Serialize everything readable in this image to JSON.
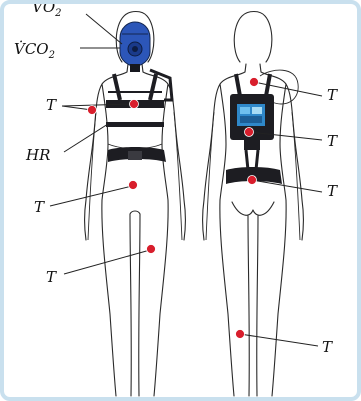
{
  "labels": {
    "vo2_clipped": "V̇O",
    "vco2": "V̇CO",
    "vco2_sub": "2",
    "vo2_sub": "2",
    "t": "T",
    "hr": "HR"
  },
  "colors": {
    "sensor": "#d81e2c",
    "strap": "#1d1d22",
    "mask": "#2c56b8",
    "device_screen": "#2f88c9",
    "border": "#c9e0ee"
  },
  "figures": {
    "front": {
      "equipment": [
        "face-mask",
        "chest-harness",
        "heart-rate-strap",
        "waist-belt"
      ]
    },
    "back": {
      "equipment": [
        "back-harness",
        "backpack-device",
        "waist-belt",
        "cable-loop"
      ]
    }
  }
}
